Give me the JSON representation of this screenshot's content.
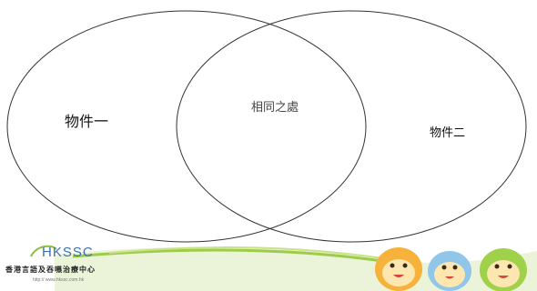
{
  "venn": {
    "left_label": "物件一",
    "middle_label": "相同之處",
    "right_label": "物件二"
  },
  "footer": {
    "logo_text": "HKSSC",
    "logo_chinese": "香港言語及吞嚥治療中心",
    "logo_url": "http:// www.hkssc.com.hk"
  }
}
